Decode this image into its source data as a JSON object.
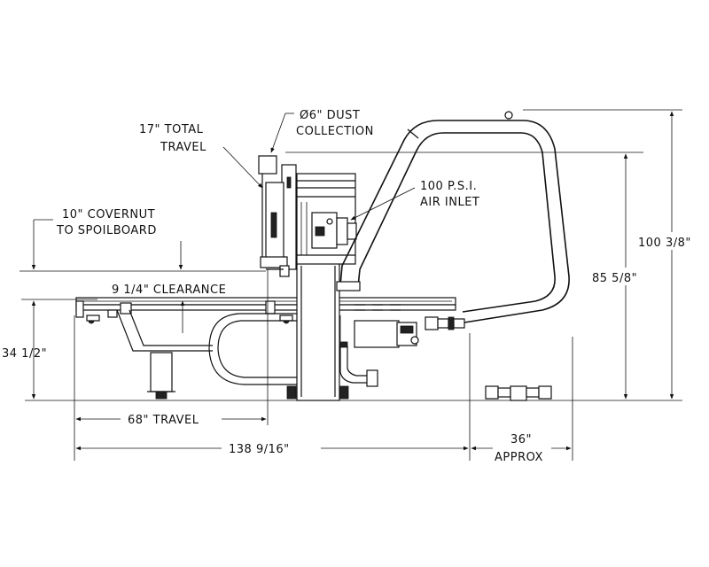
{
  "labels": {
    "dust_1": "Ø6\" DUST",
    "dust_2": "COLLECTION",
    "travel_1": "17\" TOTAL",
    "travel_2": "TRAVEL",
    "air_1": "100 P.S.I.",
    "air_2": "AIR INLET",
    "covernut_1": "10\" COVERNUT",
    "covernut_2": "TO SPOILBOARD",
    "clearance": "9 1/4\" CLEARANCE",
    "height_left": "34 1/2\"",
    "height_mid": "85 5/8\"",
    "height_total": "100 3/8\"",
    "x_travel": "68\" TRAVEL",
    "length": "138 9/16\"",
    "approx_1": "36\"",
    "approx_2": "APPROX"
  }
}
